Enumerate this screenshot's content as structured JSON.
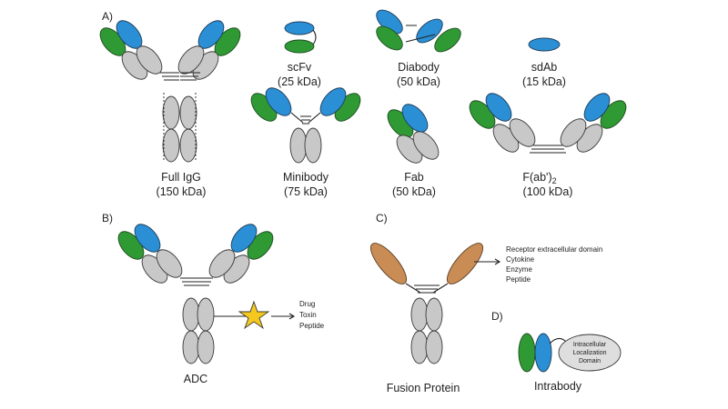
{
  "panels": {
    "a": "A)",
    "b": "B)",
    "c": "C)",
    "d": "D)"
  },
  "formats": {
    "full_igg": {
      "name": "Full IgG",
      "size": "(150 kDa)"
    },
    "scfv": {
      "name": "scFv",
      "size": "(25 kDa)"
    },
    "diabody": {
      "name": "Diabody",
      "size": "(50 kDa)"
    },
    "sdab": {
      "name": "sdAb",
      "size": "(15 kDa)"
    },
    "minibody": {
      "name": "Minibody",
      "size": "(75 kDa)"
    },
    "fab": {
      "name": "Fab",
      "size": "(50 kDa)"
    },
    "fab2": {
      "name": "F(ab')",
      "subscript": "2",
      "size": "(100 kDa)"
    },
    "adc": {
      "name": "ADC"
    },
    "fusion": {
      "name": "Fusion Protein"
    },
    "intrabody": {
      "name": "Intrabody"
    }
  },
  "adc_payload": [
    "Drug",
    "Toxin",
    "Peptide"
  ],
  "fusion_partners": [
    "Receptor extracellular domain",
    "Cytokine",
    "Enzyme",
    "Peptide"
  ],
  "intrabody_tag": [
    "Intracellular",
    "Localization",
    "Domain"
  ],
  "colors": {
    "variable_heavy": "#2a8fd4",
    "variable_light": "#2f9a34",
    "constant": "#c8c8c8",
    "fusion_partner": "#c98c55",
    "payload_star": "#f4c81c"
  }
}
